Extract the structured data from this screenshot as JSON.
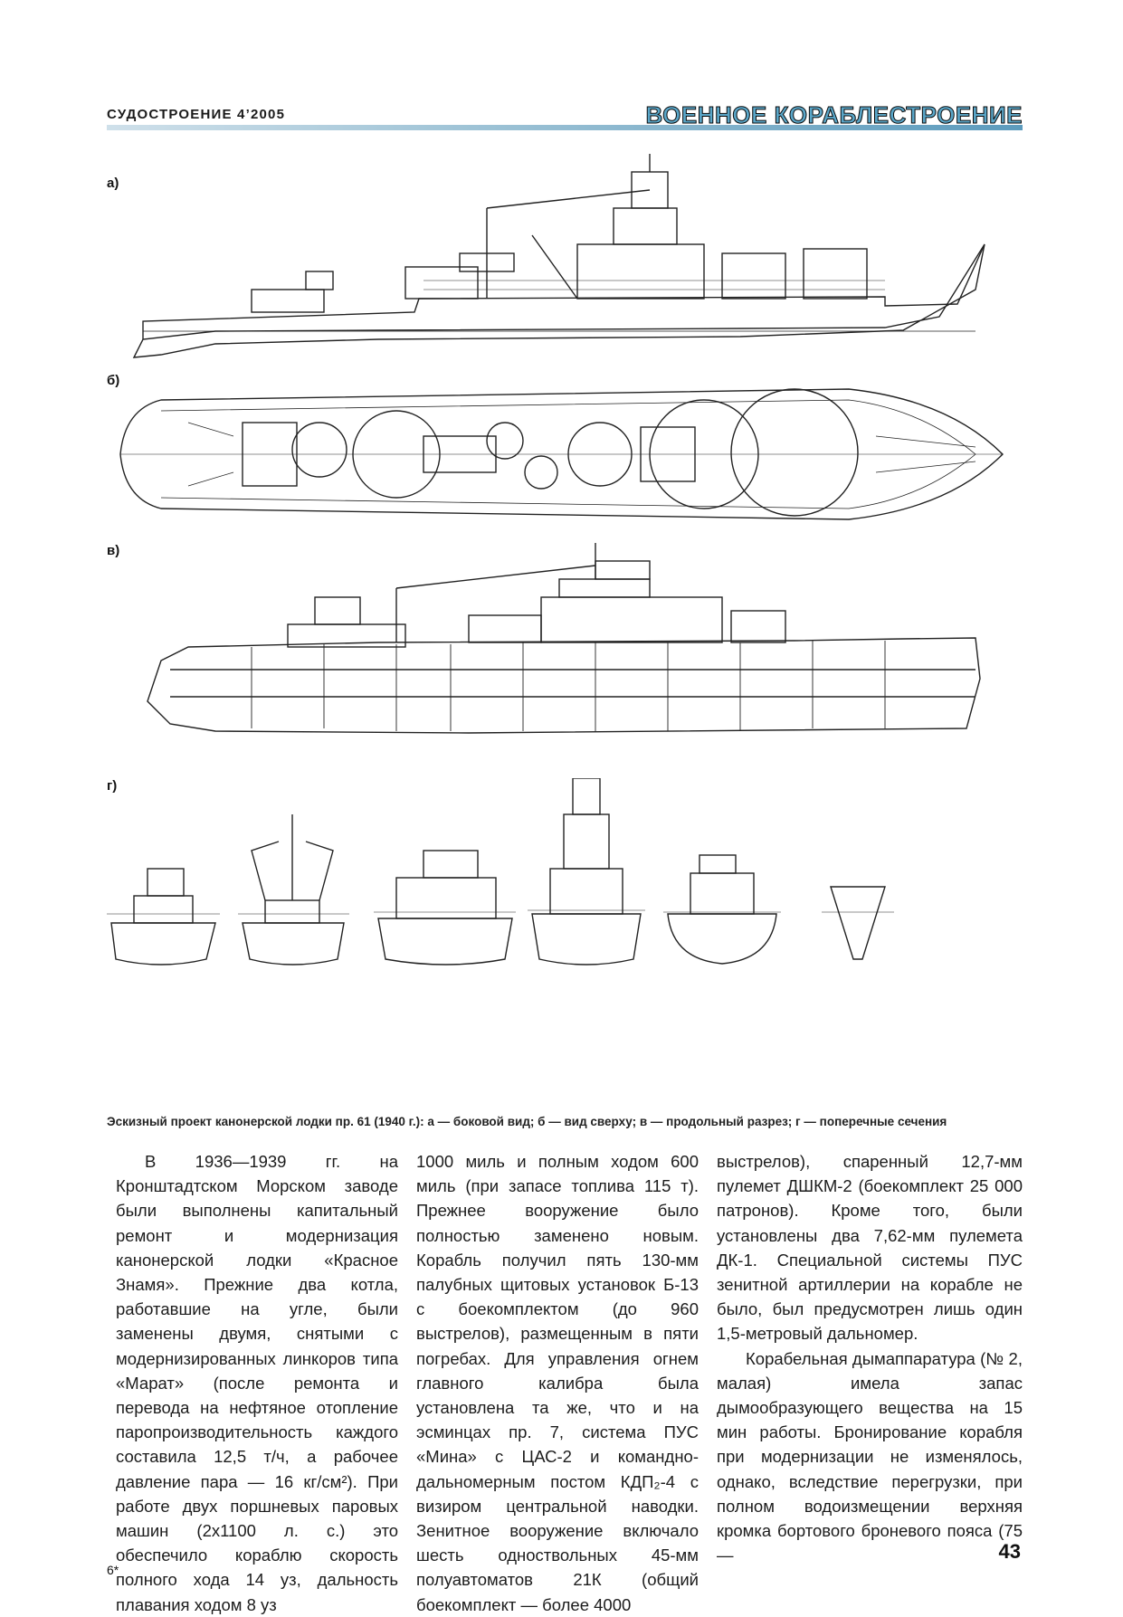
{
  "header": {
    "journal": "СУДОСТРОЕНИЕ 4’2005",
    "section": "ВОЕННОЕ КОРАБЛЕСТРОЕНИЕ"
  },
  "figures": {
    "label_a": "а)",
    "label_b": "б)",
    "label_v": "в)",
    "label_g": "г)"
  },
  "caption": "Эскизный проект канонерской лодки пр. 61 (1940 г.): а — боковой вид; б — вид сверху; в — продольный разрез; г — поперечные сечения",
  "columns": {
    "col1": "В 1936—1939 гг. на Кронштадтском Морском заводе были выполнены капитальный ремонт и модернизация канонерской лодки «Красное Знамя». Прежние два котла, работавшие на угле, были заменены двумя, снятыми с модернизированных линкоров типа «Марат» (после ремонта и перевода на нефтяное отопление паропроизводительность каждого составила 12,5 т/ч, а рабочее давление пара — 16 кг/см²). При работе двух поршневых паровых машин (2х1100 л. с.) это обеспечило кораблю скорость полного хода 14 уз, дальность плавания ходом 8 уз",
    "col2": "1000 миль и полным ходом 600 миль (при запасе топлива 115 т). Прежнее вооружение было полностью заменено новым. Корабль получил пять 130-мм палубных щитовых установок Б-13 с боекомплектом (до 960 выстрелов), размещенным в пяти погребах. Для управления огнем главного калибра была установлена та же, что и на эсминцах пр. 7, система ПУС «Мина» с ЦАС-2 и командно-дальномерным постом КДП₂-4 с визиром центральной наводки. Зенитное вооружение включало шесть одноствольных 45-мм полуавтоматов 21К (общий боекомплект — более 4000",
    "col3_p1": "выстрелов), спаренный 12,7-мм пулемет ДШКМ-2 (боекомплект 25 000 патронов). Кроме того, были установлены два 7,62-мм пулемета ДК-1. Специальной системы ПУС зенитной артиллерии на корабле не было, был предусмотрен лишь один 1,5-метровый дальномер.",
    "col3_p2": "Корабельная дымаппаратура (№ 2, малая) имела запас дымообразующего вещества на 15 мин работы. Бронирование корабля при модернизации не изменялось, однако, вследствие перегрузки, при полном водоизмещении верхняя кромка бортового броневого пояса (75—"
  },
  "page_number": "43",
  "footnote": "6*"
}
